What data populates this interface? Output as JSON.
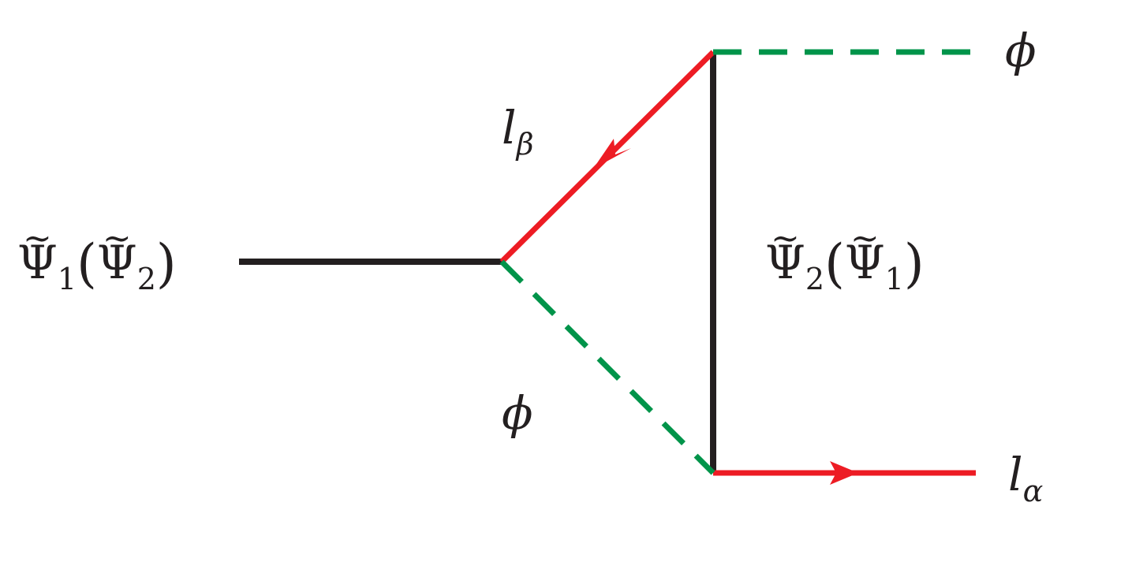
{
  "diagram": {
    "incoming_label": {
      "psi": "Ψ",
      "tilde": "~",
      "sub": "1",
      "paren_open": "(",
      "psi_alt": "Ψ",
      "tilde_alt": "~",
      "sub_alt": "2",
      "paren_close": ")"
    },
    "internal_fermion_label": {
      "psi": "Ψ",
      "tilde": "~",
      "sub": "2",
      "paren_open": "(",
      "psi_alt": "Ψ",
      "tilde_alt": "~",
      "sub_alt": "1",
      "paren_close": ")"
    },
    "lepton_beta_label": {
      "symbol": "l",
      "sub": "β"
    },
    "lepton_alpha_label": {
      "symbol": "l",
      "sub": "α"
    },
    "scalar_top_label": "ϕ",
    "scalar_loop_label": "ϕ",
    "colors": {
      "fermion": "#231f20",
      "lepton": "#ed1c24",
      "scalar": "#00944a"
    }
  }
}
